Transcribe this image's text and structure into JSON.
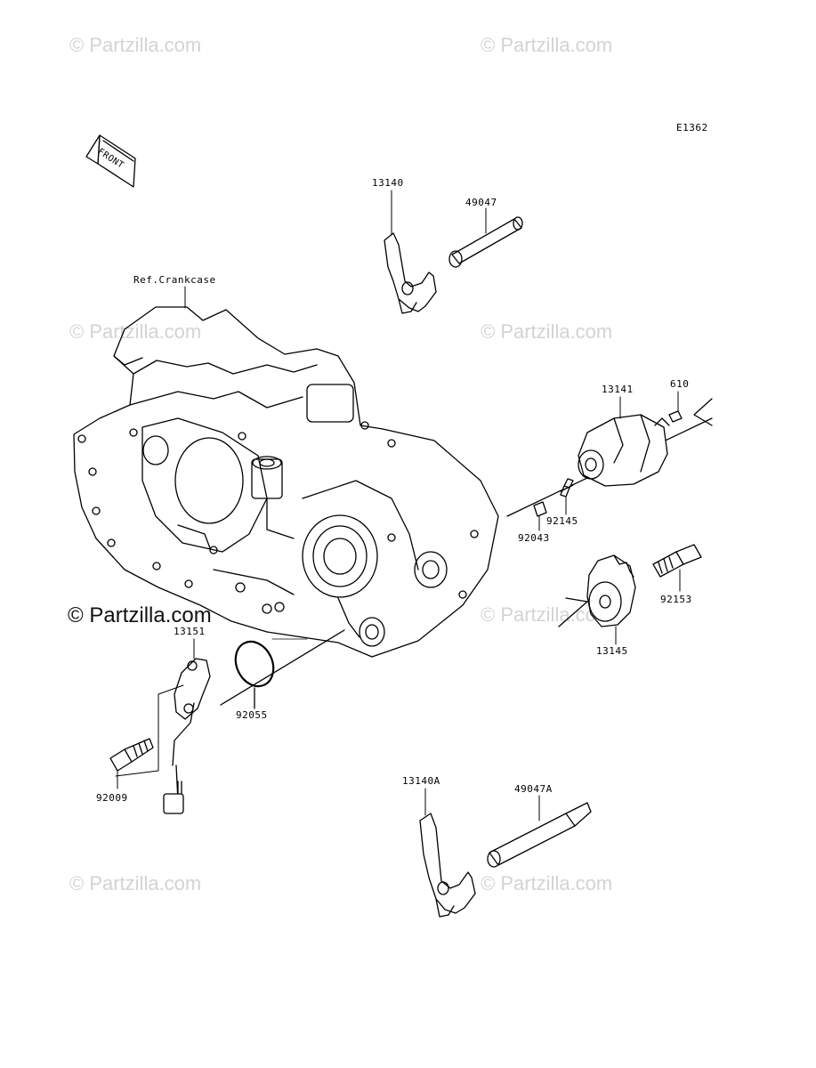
{
  "diagram_code": "E1362",
  "front_label": "FRONT",
  "crankcase_ref": "Ref.Crankcase",
  "watermark": "© Partzilla.com",
  "watermark_main": "© Partzilla.com",
  "parts": {
    "p13140": "13140",
    "p49047": "49047",
    "p13141": "13141",
    "p610": "610",
    "p92145": "92145",
    "p92043": "92043",
    "p92153": "92153",
    "p13145": "13145",
    "p13151": "13151",
    "p92055": "92055",
    "p92009": "92009",
    "p13140A": "13140A",
    "p49047A": "49047A"
  }
}
